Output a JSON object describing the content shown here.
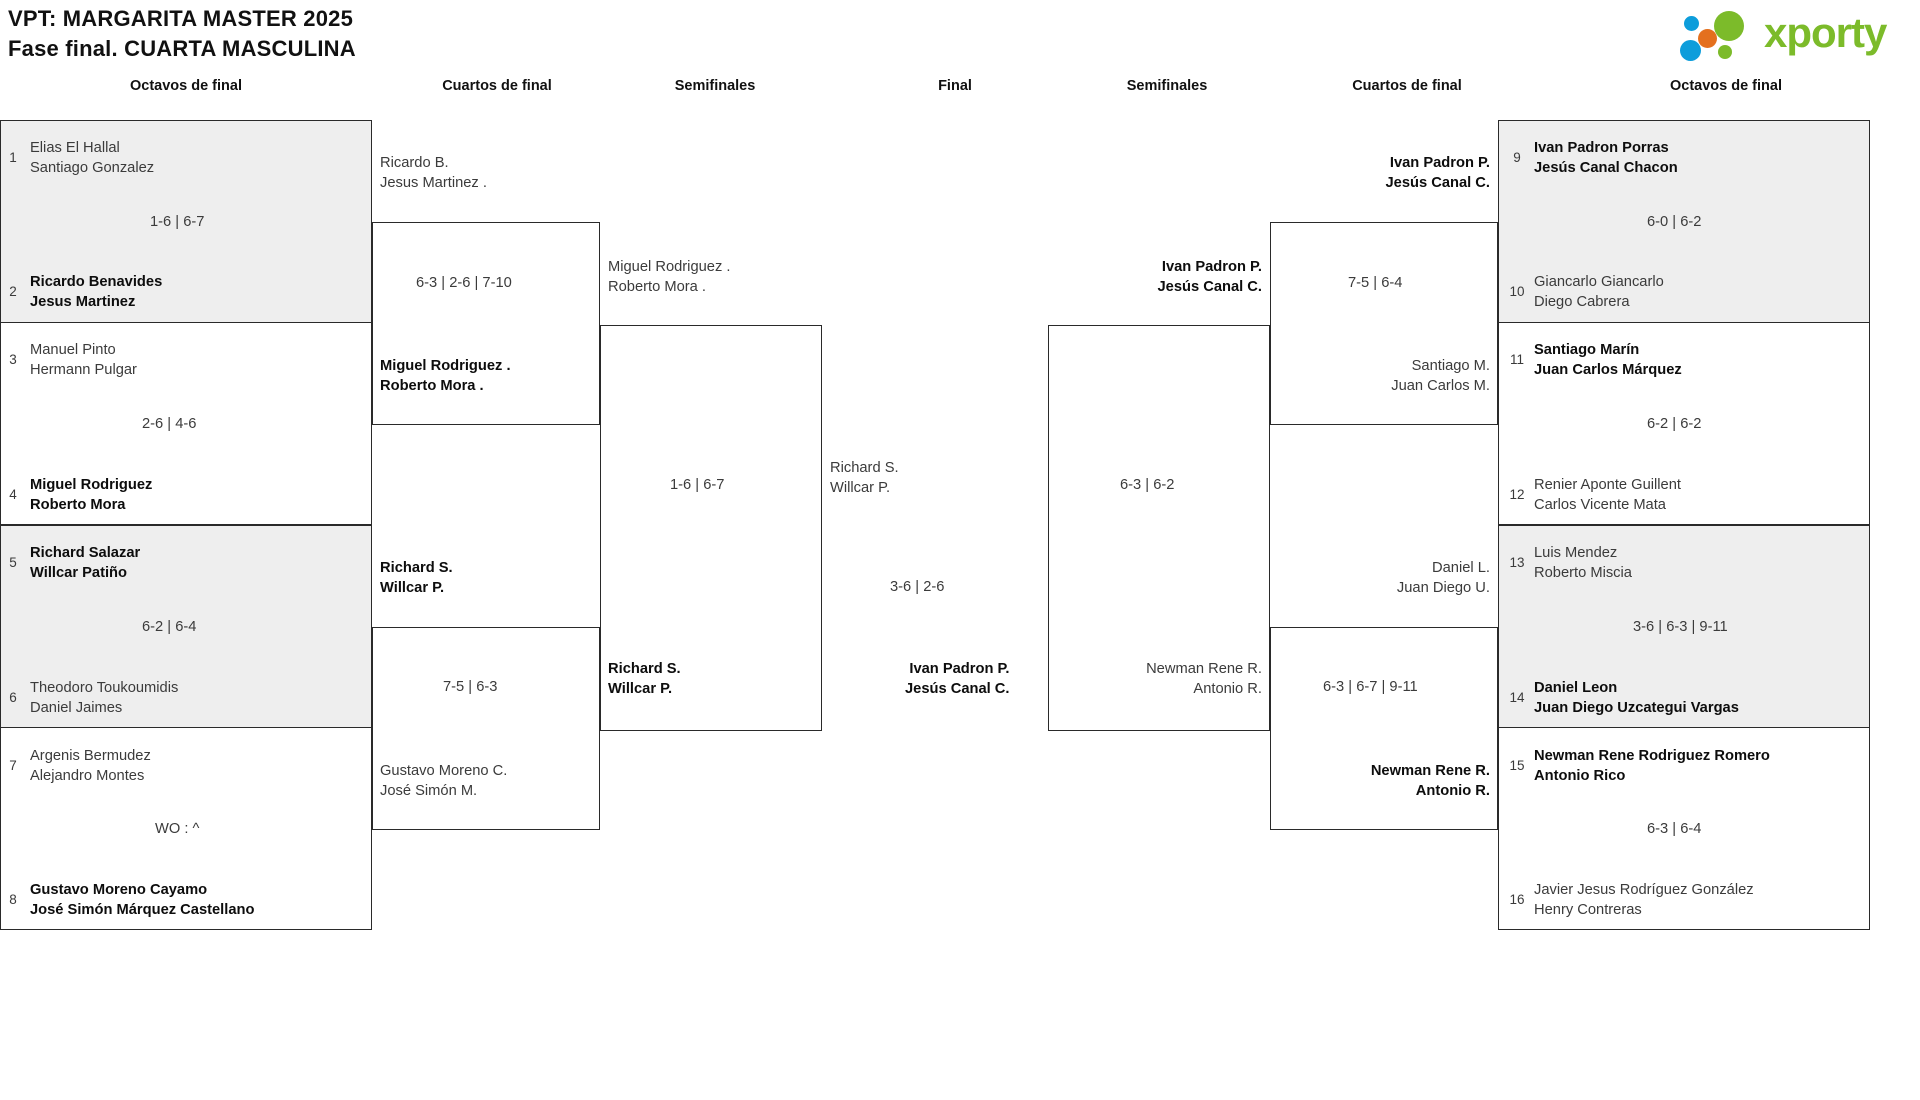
{
  "header": {
    "title_line1": "VPT: MARGARITA MASTER 2025",
    "title_line2": "Fase final. CUARTA MASCULINA",
    "logo_word": "xporty",
    "logo_colors": {
      "green": "#7cbb2a",
      "blue": "#0d9ddb",
      "orange": "#e4701e"
    }
  },
  "round_headings": [
    {
      "label": "Octavos de final"
    },
    {
      "label": "Cuartos de final"
    },
    {
      "label": "Semifinales"
    },
    {
      "label": "Final"
    },
    {
      "label": "Semifinales"
    },
    {
      "label": "Cuartos de final"
    },
    {
      "label": "Octavos de final"
    }
  ],
  "left": {
    "octavos": [
      {
        "seed": "1",
        "p1": "Elias El Hallal",
        "p2": "Santiago Gonzalez",
        "winner": false
      },
      {
        "seed": "2",
        "p1": "Ricardo Benavides",
        "p2": "Jesus Martinez",
        "winner": true
      },
      {
        "seed": "3",
        "p1": "Manuel Pinto",
        "p2": "Hermann Pulgar",
        "winner": false
      },
      {
        "seed": "4",
        "p1": "Miguel Rodriguez",
        "p2": "Roberto Mora",
        "winner": true
      },
      {
        "seed": "5",
        "p1": "Richard Salazar",
        "p2": "Willcar Patiño",
        "winner": true
      },
      {
        "seed": "6",
        "p1": "Theodoro Toukoumidis",
        "p2": "Daniel Jaimes",
        "winner": false
      },
      {
        "seed": "7",
        "p1": "Argenis Bermudez",
        "p2": "Alejandro Montes",
        "winner": false
      },
      {
        "seed": "8",
        "p1": "Gustavo Moreno Cayamo",
        "p2": "José Simón Márquez Castellano",
        "winner": true
      }
    ],
    "octavos_scores": [
      "1-6 | 6-7",
      "2-6 | 4-6",
      "6-2 | 6-4",
      "WO : ^"
    ],
    "cuartos": [
      {
        "p1": "Ricardo B.",
        "p2": "Jesus Martinez .",
        "winner": false
      },
      {
        "p1": "Miguel Rodriguez .",
        "p2": "Roberto Mora .",
        "winner": true
      },
      {
        "p1": "Richard S.",
        "p2": "Willcar P.",
        "winner": true
      },
      {
        "p1": "Gustavo Moreno C.",
        "p2": "José Simón M.",
        "winner": false
      }
    ],
    "cuartos_scores": [
      "6-3 | 2-6 | 7-10",
      "7-5 | 6-3"
    ],
    "semis": [
      {
        "p1": "Miguel Rodriguez .",
        "p2": "Roberto Mora .",
        "winner": false
      },
      {
        "p1": "Richard S.",
        "p2": "Willcar P.",
        "winner": true
      }
    ],
    "semis_score": "1-6 | 6-7"
  },
  "final": {
    "top": {
      "p1": "Richard S.",
      "p2": "Willcar P.",
      "winner": false
    },
    "bottom": {
      "p1": "Ivan Padron P.",
      "p2": "Jesús Canal C.",
      "winner": true
    },
    "score": "3-6 | 2-6"
  },
  "right": {
    "semis": [
      {
        "p1": "Ivan Padron P.",
        "p2": "Jesús Canal C.",
        "winner": true
      },
      {
        "p1": "Newman Rene R.",
        "p2": "Antonio R.",
        "winner": false
      }
    ],
    "semis_score": "6-3 | 6-2",
    "cuartos": [
      {
        "p1": "Ivan Padron P.",
        "p2": "Jesús Canal C.",
        "winner": true
      },
      {
        "p1": "Santiago M.",
        "p2": "Juan Carlos M.",
        "winner": false
      },
      {
        "p1": "Daniel L.",
        "p2": "Juan Diego U.",
        "winner": false
      },
      {
        "p1": "Newman Rene R.",
        "p2": "Antonio R.",
        "winner": true
      }
    ],
    "cuartos_scores": [
      "7-5 | 6-4",
      "6-3 | 6-7 | 9-11"
    ],
    "octavos": [
      {
        "seed": "9",
        "p1": "Ivan Padron Porras",
        "p2": "Jesús Canal Chacon",
        "winner": true
      },
      {
        "seed": "10",
        "p1": "Giancarlo Giancarlo",
        "p2": "Diego Cabrera",
        "winner": false
      },
      {
        "seed": "11",
        "p1": "Santiago Marín",
        "p2": "Juan Carlos Márquez",
        "winner": true
      },
      {
        "seed": "12",
        "p1": "Renier Aponte Guillent",
        "p2": "Carlos Vicente Mata",
        "winner": false
      },
      {
        "seed": "13",
        "p1": "Luis Mendez",
        "p2": "Roberto Miscia",
        "winner": false
      },
      {
        "seed": "14",
        "p1": "Daniel Leon",
        "p2": "Juan Diego Uzcategui Vargas",
        "winner": true
      },
      {
        "seed": "15",
        "p1": "Newman Rene Rodriguez Romero",
        "p2": "Antonio Rico",
        "winner": true
      },
      {
        "seed": "16",
        "p1": "Javier Jesus Rodríguez González",
        "p2": "Henry Contreras",
        "winner": false
      }
    ],
    "octavos_scores": [
      "6-0 | 6-2",
      "6-2 | 6-2",
      "3-6 | 6-3 | 9-11",
      "6-3 | 6-4"
    ]
  }
}
